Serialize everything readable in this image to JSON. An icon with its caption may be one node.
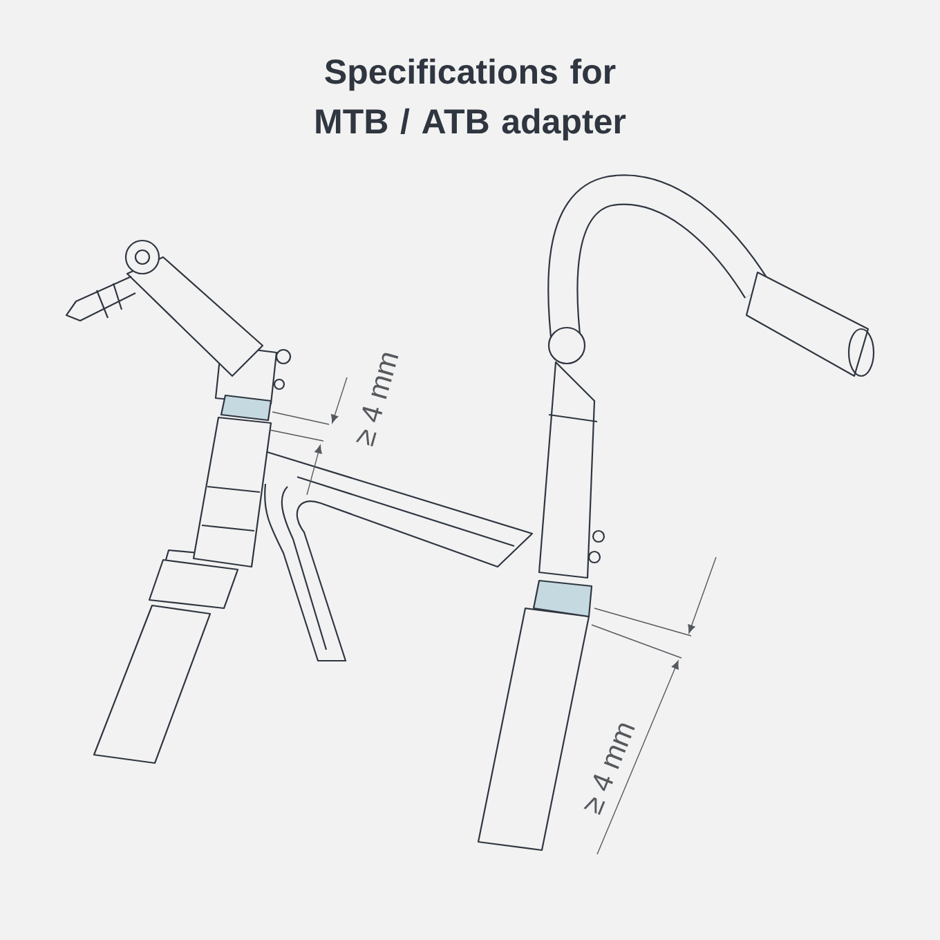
{
  "diagram": {
    "title": "Specifications for MTB / ATB adapter",
    "labels": [
      "≥ 4 mm",
      "≥ 4 mm"
    ]
  }
}
